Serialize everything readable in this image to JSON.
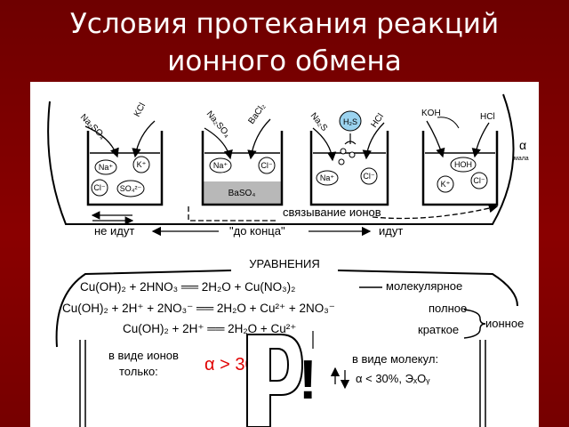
{
  "title_line1": "Условия протекания реакций",
  "title_line2": "ионного обмена",
  "beakers": [
    {
      "arrow_a": "Na₂SO₄",
      "arrow_b": "KCl",
      "ions": [
        "Na⁺",
        "K⁺",
        "Cl⁻",
        "SO₄²⁻"
      ],
      "precipitate": ""
    },
    {
      "arrow_a": "Na₂SO₄",
      "arrow_b": "BaCl₂",
      "ions": [
        "Na⁺",
        "Cl⁻"
      ],
      "precipitate": "BaSO₄"
    },
    {
      "arrow_a": "Na₂S",
      "arrow_b": "HCl",
      "gas": "H₂S",
      "ions": [
        "Na⁺",
        "Cl⁻"
      ]
    },
    {
      "arrow_a": "KOH",
      "arrow_b": "HCl",
      "ions": [
        "HOH",
        "K⁺",
        "Cl⁻"
      ],
      "alpha": "α",
      "alpha_note": "мала"
    }
  ],
  "labels": {
    "binding": "связывание ионов",
    "not_go": "не идут",
    "to_end": "\"до конца\"",
    "go": "идут"
  },
  "equations": {
    "header": "УРАВНЕНИЯ",
    "eq1": "Cu(OH)₂  +  2HNO₃  ══  2H₂O  +  Cu(NO₃)₂",
    "eq1_type": "молекулярное",
    "eq2": "Cu(OH)₂  +  2H⁺  +  2NO₃⁻  ══  2H₂O  +  Cu²⁺  +  2NO₃⁻",
    "eq2_type": "полное",
    "eq3": "Cu(OH)₂ +  2H⁺  ══  2H₂O  +  Cu²⁺",
    "eq3_type": "краткое",
    "ionic": "ионное"
  },
  "bottom": {
    "ions_line1": "в виде ионов",
    "ions_line2": "только:",
    "condition": "α > 30%",
    "mol_line1": "в виде молекул:",
    "mol_line2": "α < 30%, ЭₓOᵧ",
    "exclaim": "!"
  },
  "colors": {
    "background": "#7a0000",
    "accent_red": "#e00000",
    "ink": "#000000",
    "precipitate": "#b8b8b8",
    "gas": "#9bd3ef"
  }
}
